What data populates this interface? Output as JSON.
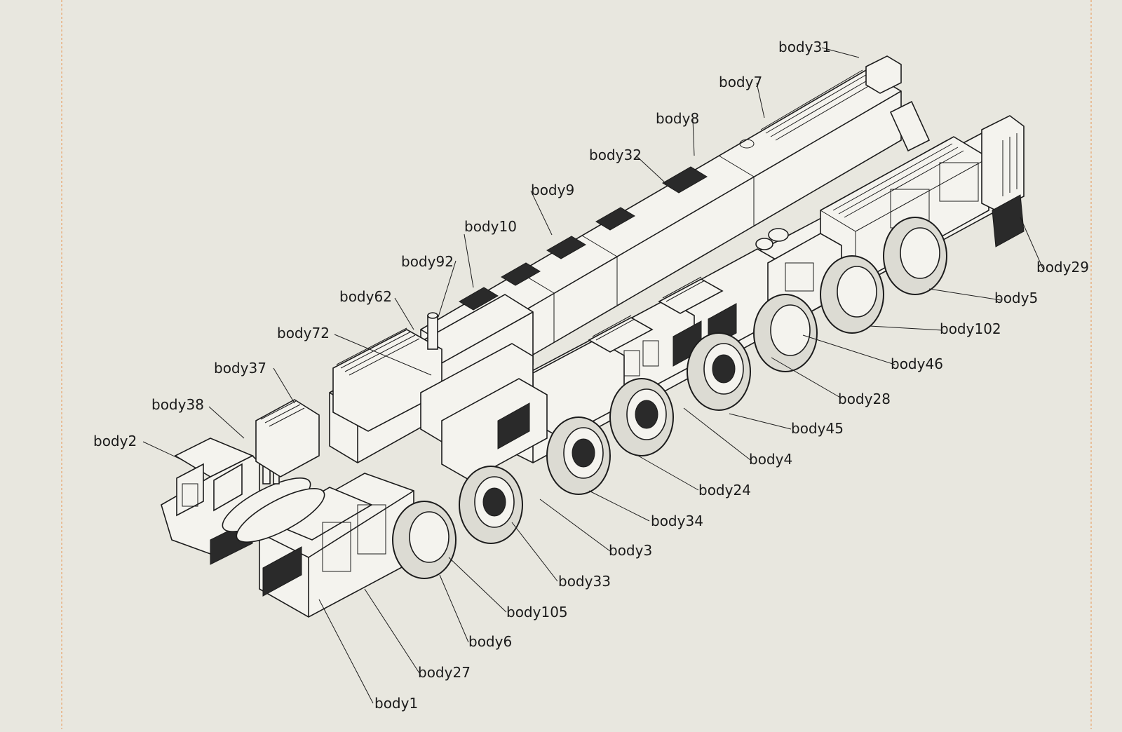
{
  "colors": {
    "background": "#e8e7df",
    "border": "#e8a36a",
    "highlight": "#e07a2a",
    "line": "#1c1c1c"
  },
  "callouts": [
    {
      "id": "body31",
      "label": "body31"
    },
    {
      "id": "body7",
      "label": "body7"
    },
    {
      "id": "body8",
      "label": "body8"
    },
    {
      "id": "body32",
      "label": "body32"
    },
    {
      "id": "body9",
      "label": "body9"
    },
    {
      "id": "body10",
      "label": "body10"
    },
    {
      "id": "body92",
      "label": "body92"
    },
    {
      "id": "body62",
      "label": "body62"
    },
    {
      "id": "body72",
      "label": "body72"
    },
    {
      "id": "body37",
      "label": "body37"
    },
    {
      "id": "body38",
      "label": "body38"
    },
    {
      "id": "body2",
      "label": "body2"
    },
    {
      "id": "body29",
      "label": "body29"
    },
    {
      "id": "body5",
      "label": "body5"
    },
    {
      "id": "body102",
      "label": "body102"
    },
    {
      "id": "body46",
      "label": "body46"
    },
    {
      "id": "body28",
      "label": "body28"
    },
    {
      "id": "body45",
      "label": "body45"
    },
    {
      "id": "body4",
      "label": "body4"
    },
    {
      "id": "body24",
      "label": "body24"
    },
    {
      "id": "body34",
      "label": "body34"
    },
    {
      "id": "body3",
      "label": "body3"
    },
    {
      "id": "body33",
      "label": "body33"
    },
    {
      "id": "body105",
      "label": "body105"
    },
    {
      "id": "body6",
      "label": "body6"
    },
    {
      "id": "body27",
      "label": "body27"
    },
    {
      "id": "body1",
      "label": "body1"
    }
  ]
}
